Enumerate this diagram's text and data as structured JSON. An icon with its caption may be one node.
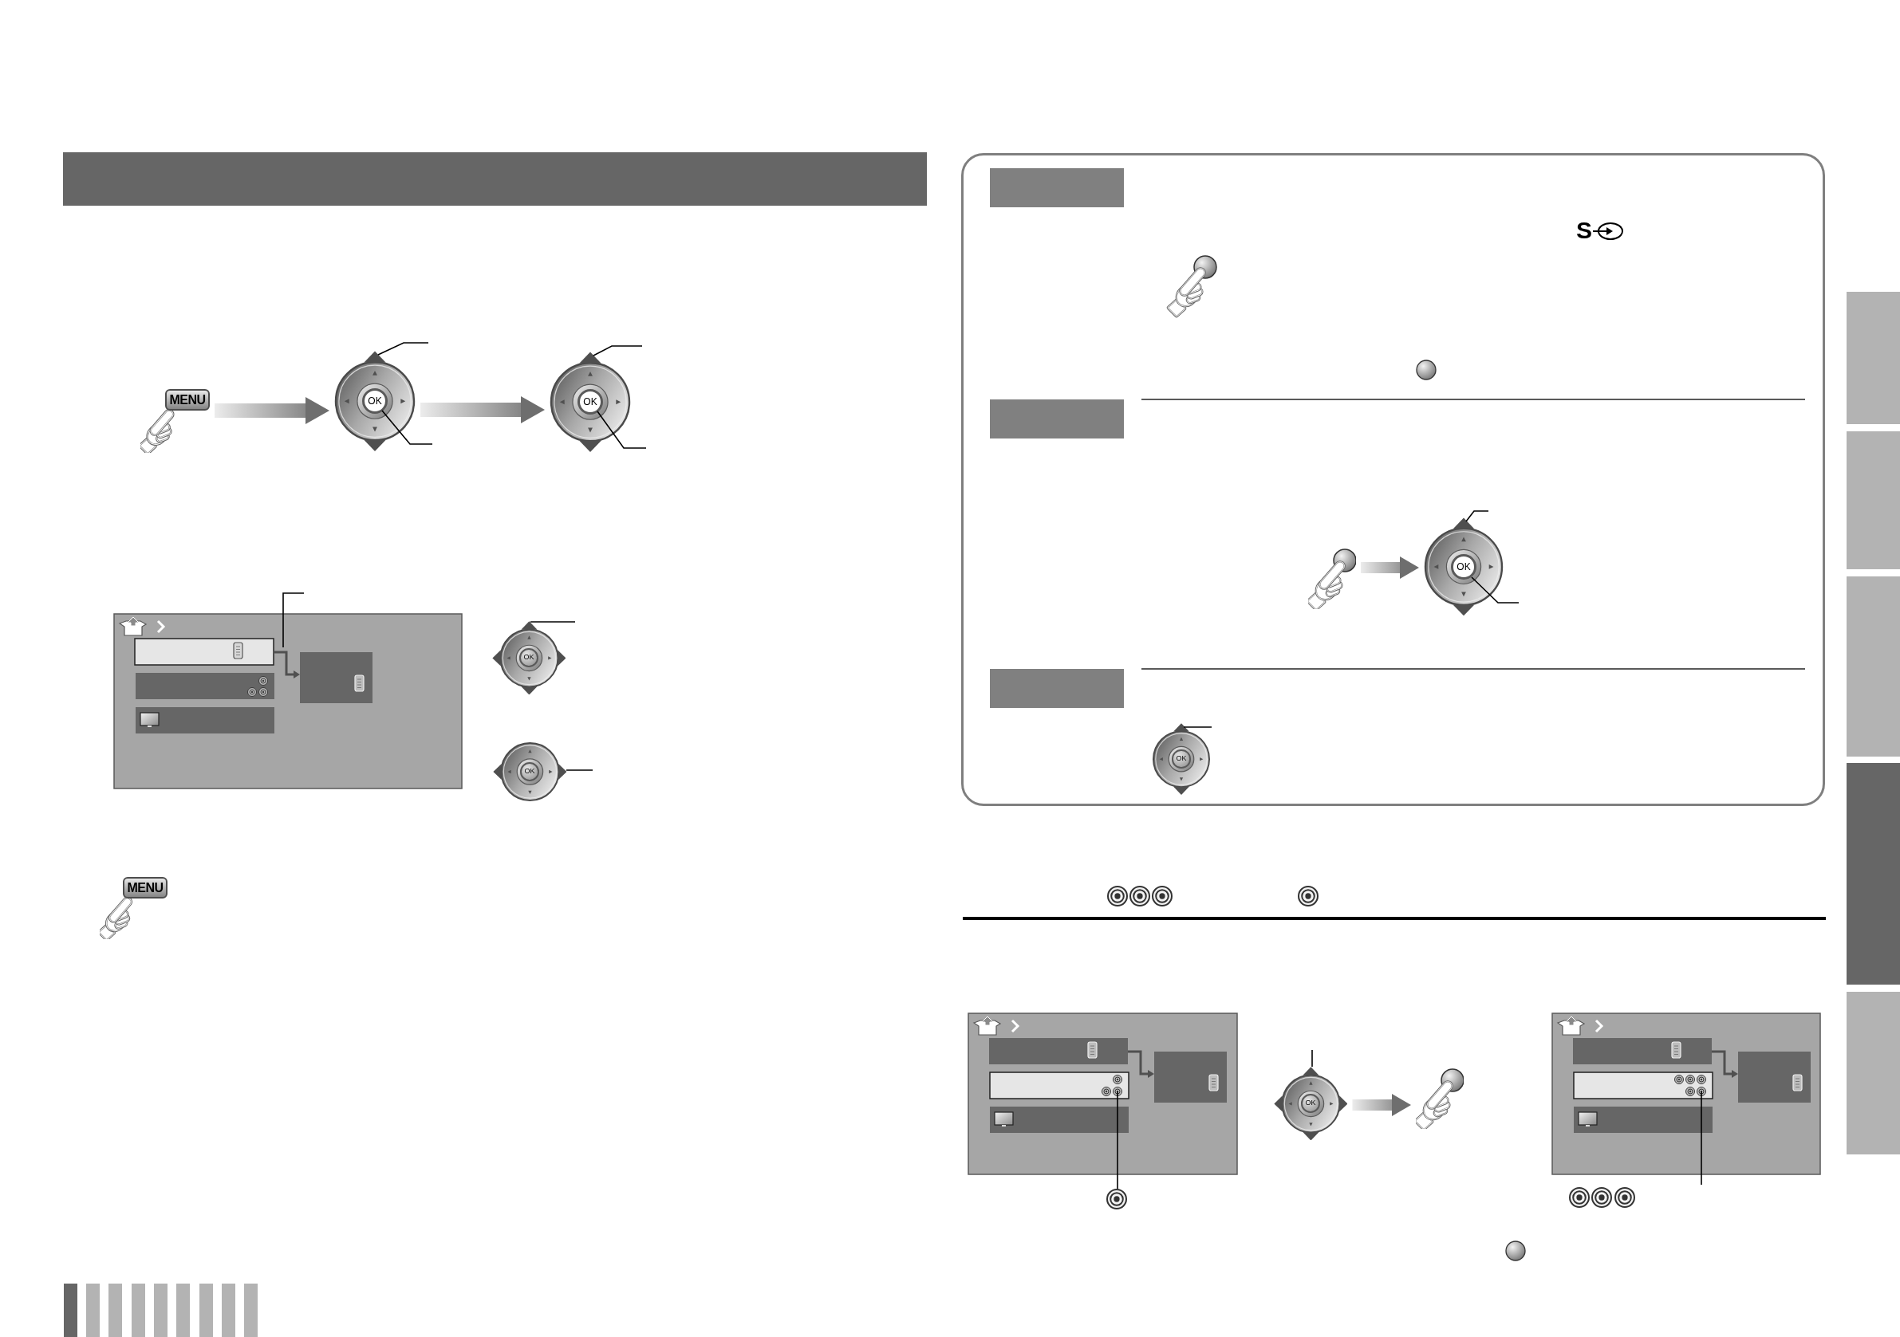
{
  "diagram": {
    "nodes": [
      {
        "text": [],
        "shape": "bar"
      },
      {
        "text": [
          "MENU"
        ]
      },
      {
        "text": [
          "OK"
        ]
      },
      {
        "text": [
          "OK"
        ]
      },
      {
        "text": [
          "OK"
        ]
      },
      {
        "text": [
          "OK"
        ]
      },
      {
        "text": [
          "MENU"
        ]
      },
      {
        "text": [],
        "shape": "box"
      },
      {
        "text": [],
        "shape": "bar",
        "in": 7
      },
      {
        "text": [],
        "shape": "bar",
        "in": 7
      },
      {
        "text": [],
        "shape": "picture",
        "in": 7
      },
      {
        "text": [
          "OK"
        ],
        "in": 7
      },
      {
        "text": [],
        "shape": "bar",
        "in": 7
      },
      {
        "text": [
          "OK"
        ],
        "in": 7
      },
      {
        "text": [
          "OK"
        ]
      },
      {
        "text": [],
        "shape": "picture"
      },
      {
        "text": [],
        "shape": "circle"
      }
    ],
    "edges": [
      {
        "from": 1,
        "to": 2,
        "arrow": "to",
        "style": "thick",
        "color": "#6e6e6e"
      },
      {
        "from": 2,
        "to": 3,
        "arrow": "to",
        "style": "thick",
        "color": "#6e6e6e"
      },
      {
        "from": 10,
        "to": 11,
        "arrow": "to",
        "style": "thick",
        "color": "#6e6e6e"
      },
      {
        "from": 14,
        "to": 15,
        "arrow": "to",
        "style": "thick",
        "color": "#6e6e6e"
      },
      {
        "from": null,
        "to": 2,
        "arrow": "none"
      },
      {
        "from": null,
        "to": 2,
        "arrow": "none"
      },
      {
        "from": null,
        "to": 3,
        "arrow": "none"
      },
      {
        "from": null,
        "to": 3,
        "arrow": "none"
      },
      {
        "from": null,
        "to": 4,
        "arrow": "none"
      },
      {
        "from": null,
        "to": 5,
        "arrow": "none"
      },
      {
        "from": null,
        "to": 11,
        "arrow": "none"
      },
      {
        "from": null,
        "to": 11,
        "arrow": "none"
      },
      {
        "from": null,
        "to": 13,
        "arrow": "none"
      },
      {
        "from": null,
        "to": 14,
        "arrow": "none"
      },
      {
        "from": 16,
        "to": null,
        "arrow": "none"
      }
    ],
    "labels": [
      "S"
    ]
  }
}
